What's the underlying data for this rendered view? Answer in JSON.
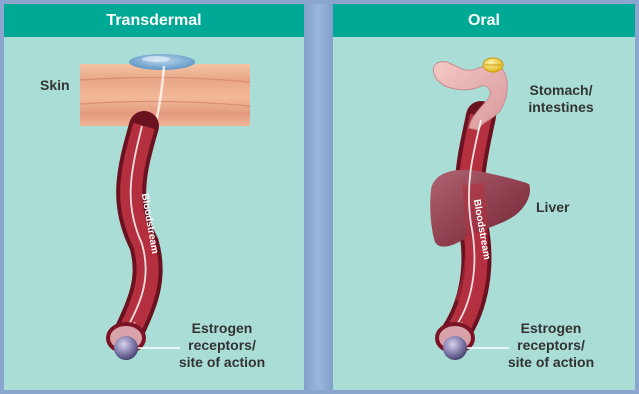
{
  "left_panel": {
    "title": "Transdermal",
    "skin_label": "Skin",
    "bloodstream_label": "Bloodstream",
    "receptor_label_lines": [
      "Estrogen",
      "receptors/",
      "site of action"
    ]
  },
  "right_panel": {
    "title": "Oral",
    "stomach_label_lines": [
      "Stomach/",
      "intestines"
    ],
    "liver_label": "Liver",
    "bloodstream_label": "Bloodstream",
    "receptor_label_lines": [
      "Estrogen",
      "receptors/",
      "site of action"
    ]
  },
  "colors": {
    "header": "#00a996",
    "panel_bg": "#a9ddd6",
    "divider": "#8aa6cf",
    "vessel": "#9a1b2c",
    "skin": "#e8a88a",
    "liver": "#8b3a4a"
  }
}
